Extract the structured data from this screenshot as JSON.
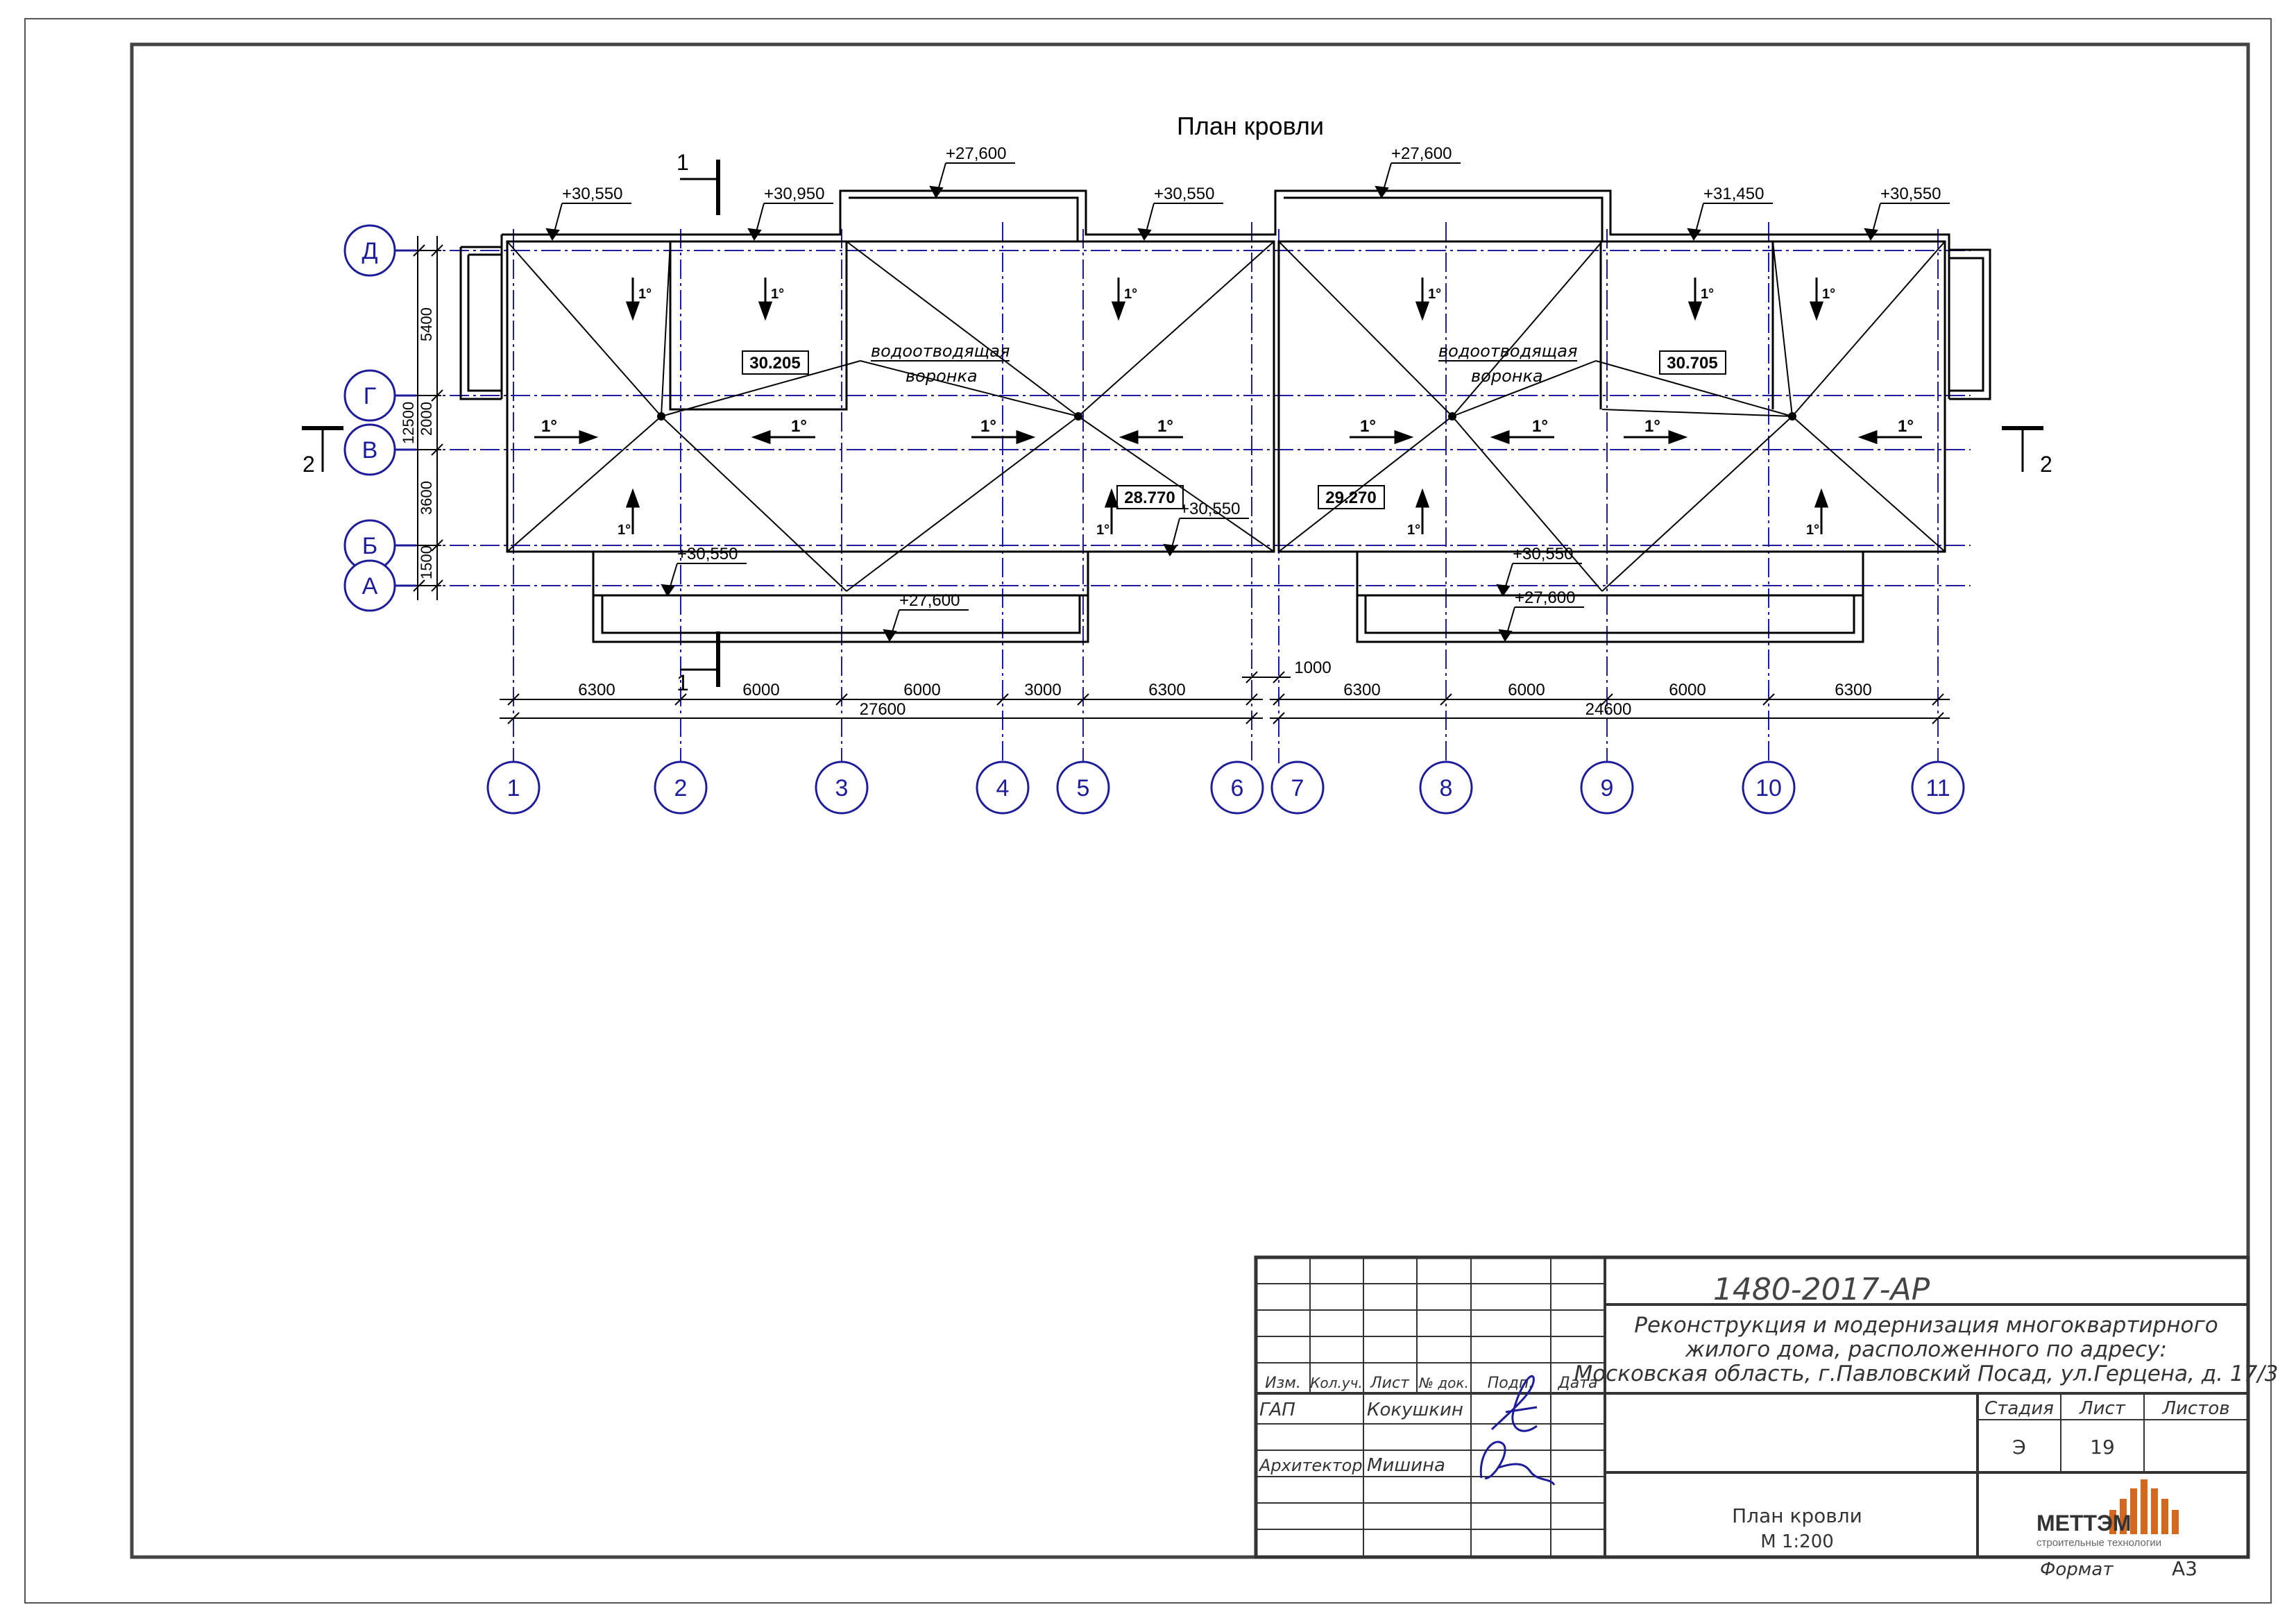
{
  "title": "План кровли",
  "grid_rows": [
    {
      "label": "Д"
    },
    {
      "label": "Г"
    },
    {
      "label": "В"
    },
    {
      "label": "Б"
    },
    {
      "label": "А"
    }
  ],
  "grid_cols": [
    {
      "label": "1"
    },
    {
      "label": "2"
    },
    {
      "label": "3"
    },
    {
      "label": "4"
    },
    {
      "label": "5"
    },
    {
      "label": "6"
    },
    {
      "label": "7"
    },
    {
      "label": "8"
    },
    {
      "label": "9"
    },
    {
      "label": "10"
    },
    {
      "label": "11"
    }
  ],
  "row_dims": [
    "5400",
    "2000",
    "3600",
    "1500"
  ],
  "row_total": "12500",
  "col_dims_left": [
    "6300",
    "6000",
    "6000",
    "3000",
    "6300"
  ],
  "col_dims_right": [
    "6300",
    "6000",
    "6000",
    "6300"
  ],
  "total_left": "27600",
  "total_right": "24600",
  "gap_dim": "1000",
  "elevations": {
    "e1": "+30,550",
    "e2": "+30,950",
    "e3": "+27,600",
    "e4": "+30,550",
    "e5": "+27,600",
    "e6": "+31,450",
    "e7": "+30,550",
    "e8": "+30,550",
    "e9": "+27,600",
    "e10": "+30,550",
    "e11": "+30,550",
    "e12": "+27,600"
  },
  "marks": {
    "m1": "30.205",
    "m2": "30.705",
    "m3": "28.770",
    "m4": "29.270"
  },
  "funnel_label": [
    "водоотводящая",
    "воронка"
  ],
  "slope": "1°",
  "section_labels": {
    "s1": "1",
    "s2": "2"
  },
  "title_block": {
    "code": "1480-2017-АР",
    "project": [
      "Реконструкция и модернизация многоквартирного",
      "жилого дома, расположенного по адресу:",
      "Московская область, г.Павловский Посад, ул.Герцена, д. 17/3"
    ],
    "headers": [
      "Изм.",
      "Кол.уч.",
      "Лист",
      "№ док.",
      "Подп.",
      "Дата"
    ],
    "role1": "ГАП",
    "name1": "Кокушкин",
    "role2": "Архитектор",
    "name2": "Мишина",
    "stage_h": "Стадия",
    "sheet_h": "Лист",
    "sheets_h": "Листов",
    "stage": "Э",
    "sheet": "19",
    "sheet_title": "План кровли",
    "scale": "М 1:200",
    "logo_name": "МЕТТЭМ",
    "logo_sub": "строительные технологии",
    "format_label": "Формат",
    "format": "А3"
  },
  "colors": {
    "grid": "#1d1d9b",
    "line": "#000000",
    "logo": "#d2691e"
  }
}
